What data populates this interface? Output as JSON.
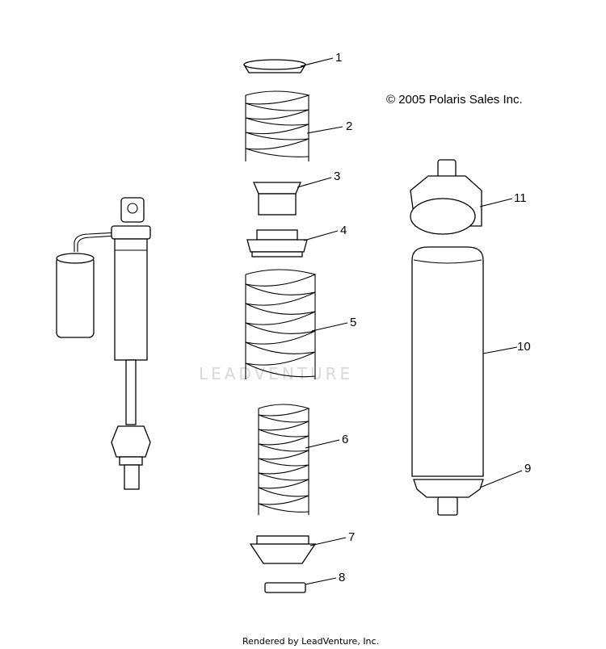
{
  "copyright": "© 2005 Polaris Sales Inc.",
  "watermark": "LEADVENTURE",
  "footer": "Rendered by LeadVenture, Inc.",
  "callouts": {
    "c1": "1",
    "c2": "2",
    "c3": "3",
    "c4": "4",
    "c5": "5",
    "c6": "6",
    "c7": "7",
    "c8": "8",
    "c9": "9",
    "c10": "10",
    "c11": "11"
  }
}
